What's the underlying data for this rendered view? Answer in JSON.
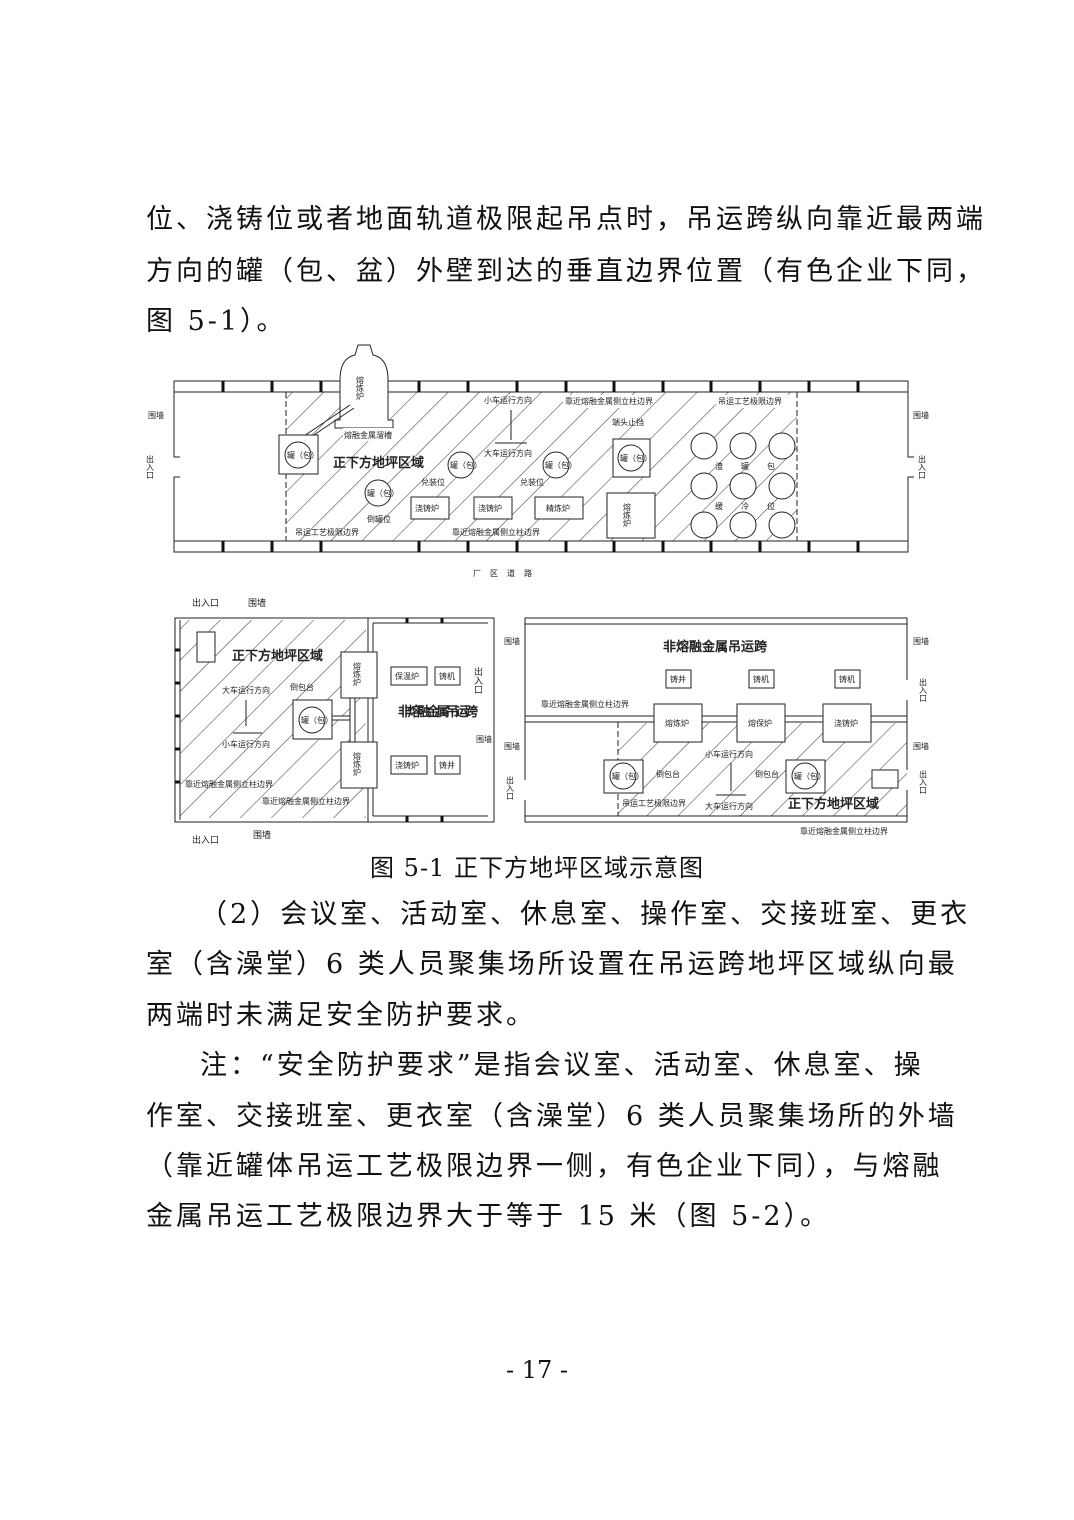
{
  "paragraph1": [
    "位、浇铸位或者地面轨道极限起吊点时，吊运跨纵向靠近最两端",
    "方向的罐（包、盆）外壁到达的垂直边界位置（有色企业下同，",
    "图 5-1）。"
  ],
  "figure": {
    "caption": "图 5-1 正下方地坪区域示意图",
    "top": {
      "wall": "围墙",
      "entrance": "出入口",
      "smelting_furnace": "熔炼炉",
      "channel": "熔融金属溜槽",
      "ladle": "罐（包）",
      "zone": "正下方地坪区域",
      "trolley_dir": "小车运行方向",
      "crane_dir": "大车运行方向",
      "column_boundary": "靠近熔融金属侧立柱边界",
      "process_boundary": "吊运工艺极限边界",
      "end_stop": "端头止挡",
      "tilting_pos": "倒罐位",
      "charging_pos": "兑装位",
      "casting_furnace": "浇铸炉",
      "refining_furnace": "精炼炉",
      "slag_pots": "渣罐包",
      "cooling_pos": "缓冷位",
      "road": "厂区道路"
    },
    "bottom_left": {
      "entrance": "出入口",
      "wall": "围墙",
      "zone": "正下方地坪区域",
      "crane_dir": "大车运行方向",
      "trolley_dir": "小车运行方向",
      "tilting_platform": "倒包台",
      "ladle": "罐（包）",
      "smelting_furnace": "熔炼炉",
      "holding_furnace": "保温炉",
      "casting_machine": "铸机",
      "casting_furnace": "浇铸炉",
      "casting_pit": "铸井",
      "non_molten_span": "非熔融金属吊运跨",
      "column_boundary": "靠近熔融金属侧立柱边界"
    },
    "bottom_right": {
      "wall": "围墙",
      "entrance": "出入口",
      "non_molten_span": "非熔融金属吊运跨",
      "casting_pit": "铸井",
      "casting_machine": "铸机",
      "smelting_furnace": "熔炼炉",
      "holding_furnace": "熔保炉",
      "casting_furnace": "浇铸炉",
      "column_boundary": "靠近熔融金属侧立柱边界",
      "trolley_dir": "小车运行方向",
      "crane_dir": "大车运行方向",
      "tilting_platform": "倒包台",
      "ladle": "罐（包）",
      "process_boundary": "吊运工艺极限边界",
      "zone": "正下方地坪区域"
    }
  },
  "paragraph2": [
    "（2）会议室、活动室、休息室、操作室、交接班室、更衣",
    "室（含澡堂）6 类人员聚集场所设置在吊运跨地坪区域纵向最",
    "两端时未满足安全防护要求。"
  ],
  "note": [
    "注：“安全防护要求”是指会议室、活动室、休息室、操",
    "作室、交接班室、更衣室（含澡堂）6 类人员聚集场所的外墙",
    "（靠近罐体吊运工艺极限边界一侧，有色企业下同），与熔融",
    "金属吊运工艺极限边界大于等于 15 米（图 5-2）。"
  ],
  "page_number": "- 17 -"
}
